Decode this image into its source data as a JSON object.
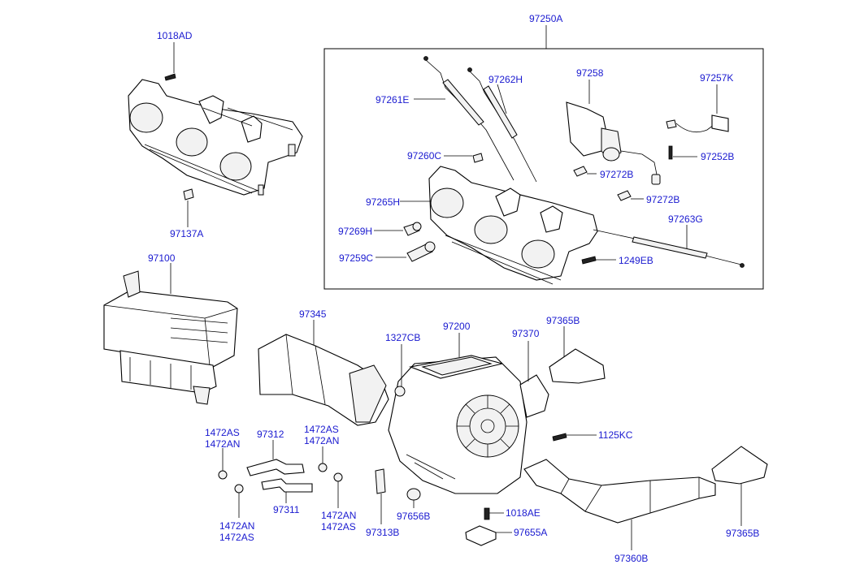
{
  "labels": {
    "l_1018AD": "1018AD",
    "l_97137A": "97137A",
    "l_97250A": "97250A",
    "l_97261E": "97261E",
    "l_97262H": "97262H",
    "l_97258": "97258",
    "l_97257K": "97257K",
    "l_97252B": "97252B",
    "l_97260C": "97260C",
    "l_97272B_1": "97272B",
    "l_97272B_2": "97272B",
    "l_97265H": "97265H",
    "l_97263G": "97263G",
    "l_97269H": "97269H",
    "l_97259C": "97259C",
    "l_1249EB": "1249EB",
    "l_97100": "97100",
    "l_97345": "97345",
    "l_1327CB": "1327CB",
    "l_97200": "97200",
    "l_97370": "97370",
    "l_97365B_1": "97365B",
    "l_1125KC": "1125KC",
    "l_1472AS_1": "1472AS",
    "l_1472AN_1": "1472AN",
    "l_97312": "97312",
    "l_1472AS_2": "1472AS",
    "l_1472AN_2": "1472AN",
    "l_97311": "97311",
    "l_1472AN_3": "1472AN",
    "l_1472AS_3": "1472AS",
    "l_1472AN_4": "1472AN",
    "l_1472AS_4": "1472AS",
    "l_97313B": "97313B",
    "l_97656B": "97656B",
    "l_1018AE": "1018AE",
    "l_97655A": "97655A",
    "l_97360B": "97360B",
    "l_97365B_2": "97365B"
  }
}
